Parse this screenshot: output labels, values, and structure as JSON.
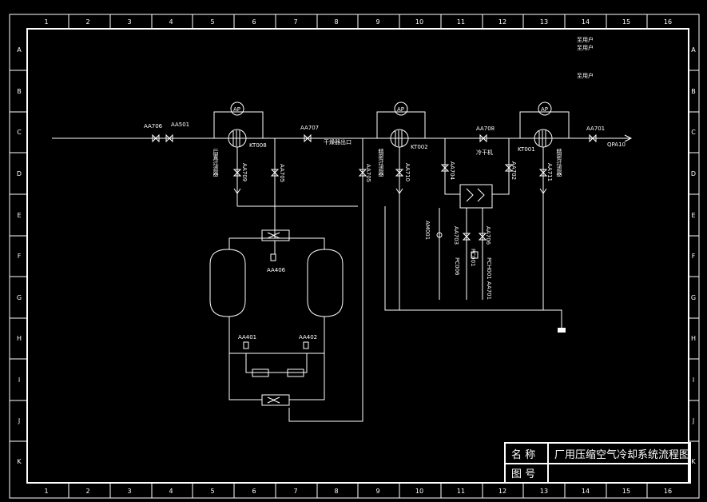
{
  "frame": {
    "col_labels": [
      "1",
      "2",
      "3",
      "4",
      "5",
      "6",
      "7",
      "8",
      "9",
      "10",
      "11",
      "12",
      "13",
      "14",
      "15",
      "16"
    ],
    "row_labels": [
      "A",
      "B",
      "C",
      "D",
      "E",
      "F",
      "G",
      "H",
      "I",
      "J",
      "K"
    ]
  },
  "title_block": {
    "name_label": "名 称",
    "drawing_no_label": "图 号",
    "title": "厂用压缩空气冷却系统流程图",
    "drawing_no": ""
  },
  "notes": {
    "to_user_1": "至用户",
    "to_user_2": "至用户",
    "to_user_3": "至用户"
  },
  "labels": {
    "v_aa706": "AA706",
    "v_aa501": "AA501",
    "v_aa707": "AA707",
    "v_aa708": "AA708",
    "v_aa701": "AA701",
    "ap": "AP",
    "kt008": "KT008",
    "kt002": "KT002",
    "kt001": "KT001",
    "qpa10": "QPA10",
    "filter_after": "后置过滤器",
    "filter_front": "精密过滤器",
    "filter_right": "精密过滤器",
    "dryer_label": "干燥器出口",
    "cooler_label": "冷干机",
    "aa709": "AA709",
    "aa705": "AA705",
    "aa710": "AA710",
    "aa704": "AA704",
    "aa702": "AA702",
    "aa711": "AA711",
    "aa705b": "AA705",
    "aa703": "AA703",
    "aa706b": "AA706",
    "am001": "AM001",
    "pc001": "PC001",
    "pc006": "PC006",
    "pch": "PCH001 AA701",
    "aa406": "AA406",
    "aa401": "AA401",
    "aa402": "AA402"
  }
}
